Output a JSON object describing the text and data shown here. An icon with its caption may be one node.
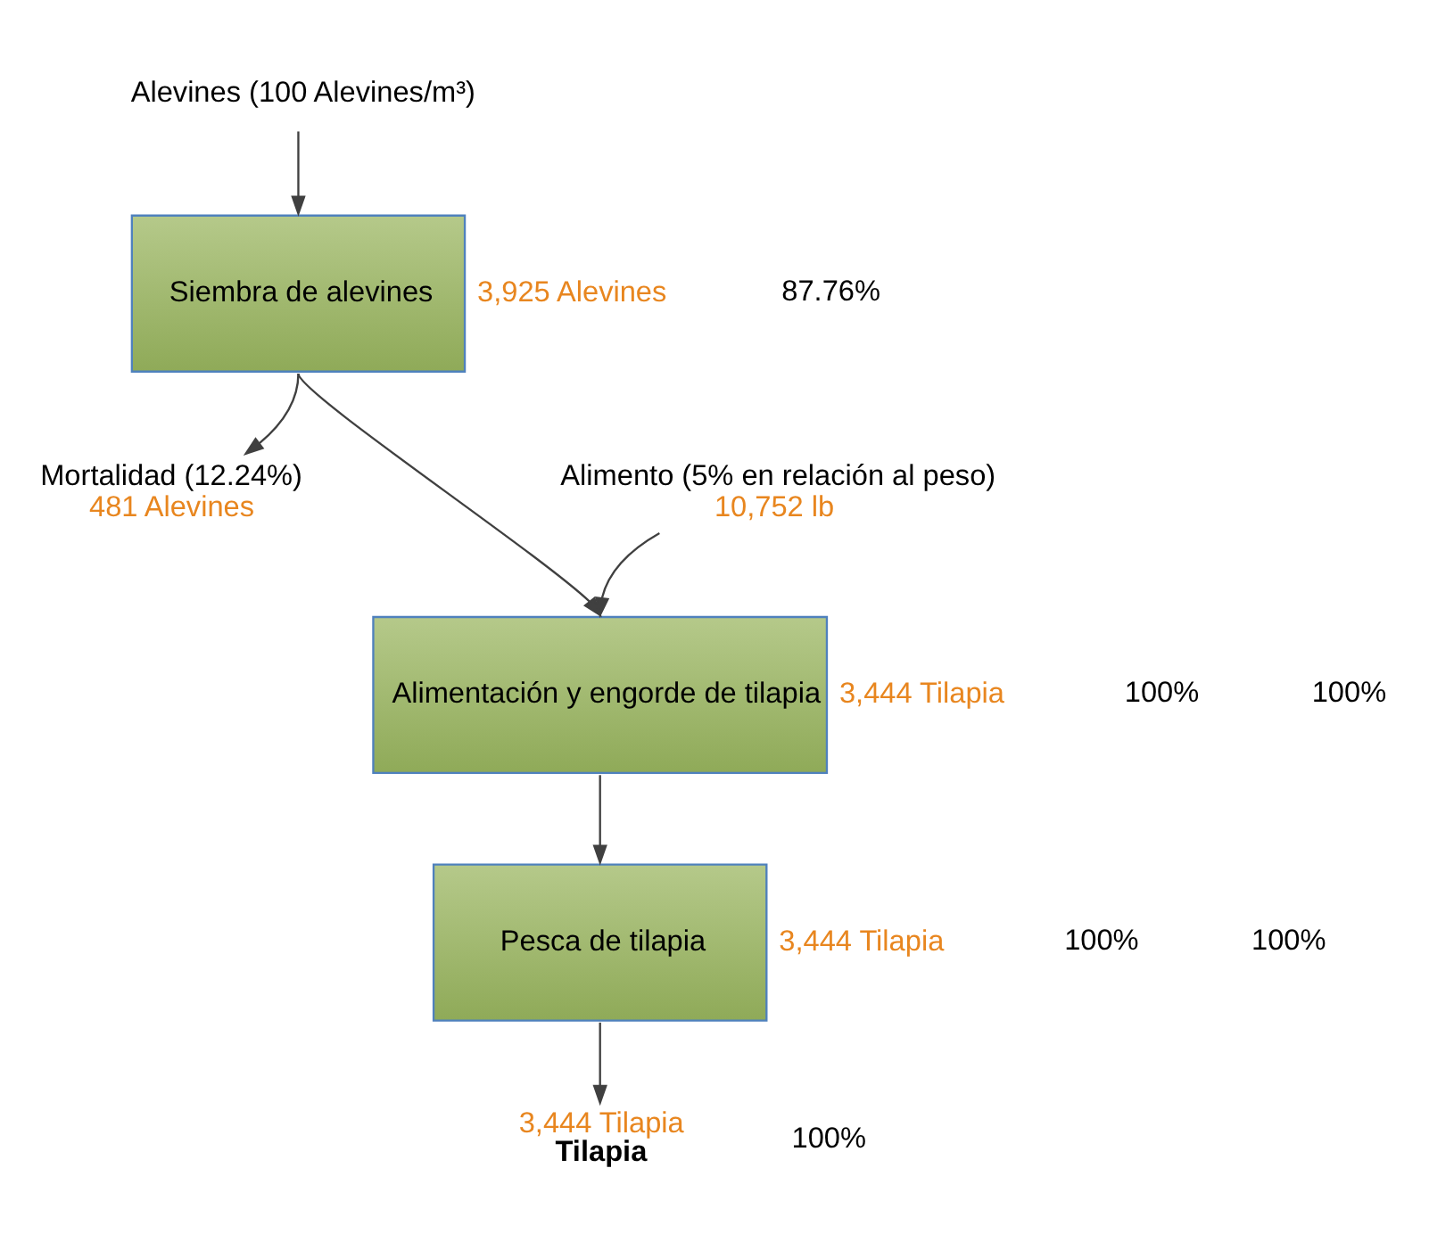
{
  "diagram": {
    "nodes": [
      {
        "text": [
          "Alevines (100 Alevines/m³)"
        ]
      },
      {
        "text": [
          "Siembra de alevines"
        ],
        "beside": [
          "3,925 Alevines"
        ]
      },
      {
        "text": [
          "Mortalidad (12.24%)",
          "481 Alevines"
        ]
      },
      {
        "text": [
          "Alimento (5% en relación al peso)",
          "10,752 lb"
        ]
      },
      {
        "text": [
          "Alimentación y engorde de tilapia"
        ],
        "beside": [
          "3,444 Tilapia"
        ]
      },
      {
        "text": [
          "Pesca de tilapia"
        ],
        "beside": [
          "3,444 Tilapia"
        ]
      },
      {
        "text": [
          "3,444 Tilapia",
          "Tilapia"
        ],
        "beside": [
          "100%"
        ]
      }
    ],
    "edges": [
      {
        "from": 0,
        "to": 1,
        "arrow": "to"
      },
      {
        "from": 1,
        "to": 2,
        "arrow": "to"
      },
      {
        "from": 1,
        "to": 4,
        "arrow": "to"
      },
      {
        "from": 3,
        "to": 4,
        "arrow": "to"
      },
      {
        "from": 4,
        "to": 5,
        "arrow": "to"
      },
      {
        "from": 5,
        "to": 6,
        "arrow": "to"
      }
    ],
    "labels": [
      "87.76%",
      "100%",
      "100%",
      "100%",
      "100%"
    ]
  }
}
